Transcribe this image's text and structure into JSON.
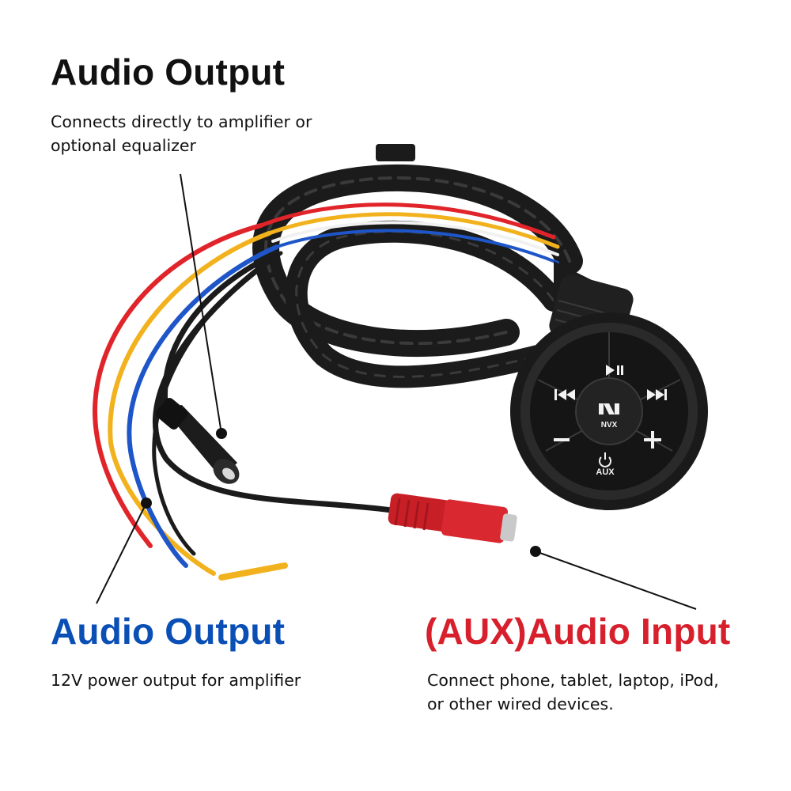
{
  "callouts": {
    "top": {
      "title": "Audio Output",
      "line1": "Connects directly to amplifier or",
      "line2": "optional equalizer",
      "color": "#111111"
    },
    "bottom_left": {
      "title": "Audio Output",
      "line1": "12V power output for amplifier",
      "color": "#0a4fb5"
    },
    "bottom_right": {
      "title": "(AUX)Audio Input",
      "line1": "Connect phone, tablet, laptop, iPod,",
      "line2": "or other wired devices.",
      "color": "#d81f2c"
    }
  },
  "controller": {
    "brand": "NVX",
    "aux_label": "AUX",
    "buttons": [
      "play-pause",
      "previous",
      "next",
      "volume-down",
      "volume-up",
      "power-aux"
    ]
  },
  "colors": {
    "cable": "#1b1b1b",
    "wire_red": "#e0242a",
    "wire_yellow": "#f2b21d",
    "wire_blue": "#1e56c9",
    "wire_white": "#f1f1f1",
    "connector_red": "#d9282f"
  }
}
